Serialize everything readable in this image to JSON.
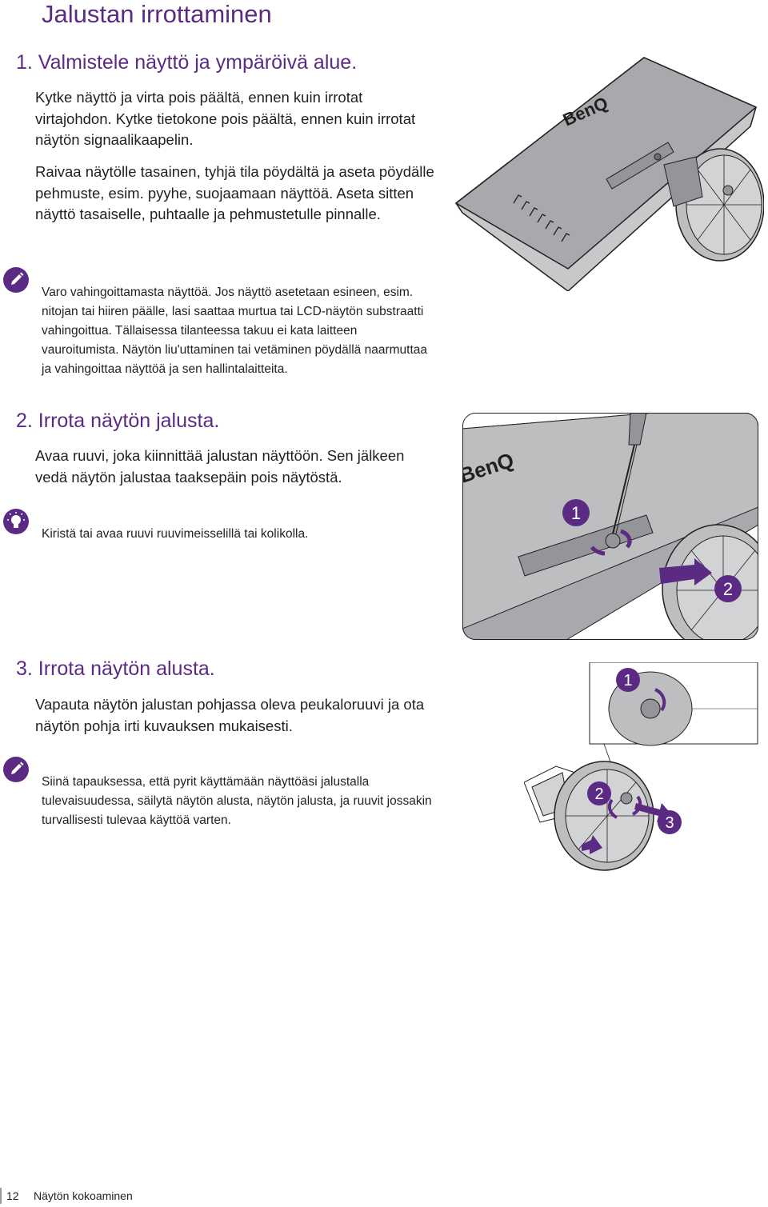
{
  "page_title": "Jalustan irrottaminen",
  "steps": [
    {
      "heading": "1. Valmistele näyttö ja ympäröivä alue.",
      "paragraphs": [
        "Kytke näyttö ja virta pois päältä, ennen kuin irrotat virtajohdon. Kytke tietokone pois päältä, ennen kuin irrotat näytön signaalikaapelin.",
        "Raivaa näytölle tasainen, tyhjä tila pöydältä ja aseta pöydälle pehmuste, esim. pyyhe, suojaamaan näyttöä. Aseta sitten näyttö tasaiselle, puhtaalle ja pehmustetulle pinnalle."
      ],
      "note": {
        "icon": "pencil-icon",
        "text": "Varo vahingoittamasta näyttöä. Jos näyttö asetetaan esineen, esim. nitojan tai hiiren päälle, lasi saattaa murtua tai LCD-näytön substraatti vahingoittua. Tällaisessa tilanteessa takuu ei kata laitteen vauroitumista. Näytön liu'uttaminen tai vetäminen pöydällä naarmuttaa ja vahingoittaa näyttöä ja sen hallintalaitteita."
      },
      "figure": {
        "brand": "BenQ"
      }
    },
    {
      "heading": "2. Irrota näytön jalusta.",
      "paragraphs": [
        "Avaa ruuvi, joka kiinnittää jalustan näyttöön. Sen jälkeen vedä näytön jalustaa taaksepäin pois näytöstä."
      ],
      "note": {
        "icon": "lightbulb-icon",
        "text": "Kiristä tai avaa ruuvi ruuvimeisselillä tai kolikolla."
      },
      "figure": {
        "brand": "BenQ",
        "callouts": [
          "1",
          "2"
        ]
      }
    },
    {
      "heading": "3. Irrota näytön alusta.",
      "paragraphs": [
        "Vapauta näytön jalustan pohjassa oleva peukaloruuvi ja ota näytön pohja irti kuvauksen mukaisesti."
      ],
      "note": {
        "icon": "pencil-icon",
        "text": "Siinä tapauksessa, että pyrit käyttämään näyttöäsi jalustalla tulevaisuudessa, säilytä näytön alusta, näytön jalusta, ja ruuvit jossakin turvallisesti tulevaa käyttöä varten."
      },
      "figure": {
        "callouts": [
          "1",
          "2",
          "3"
        ]
      }
    }
  ],
  "footer": {
    "page_number": "12",
    "section": "Näytön kokoaminen"
  },
  "colors": {
    "accent": "#5b2b84",
    "text": "#231f20",
    "illustration_gray": "#a7a9ac"
  }
}
